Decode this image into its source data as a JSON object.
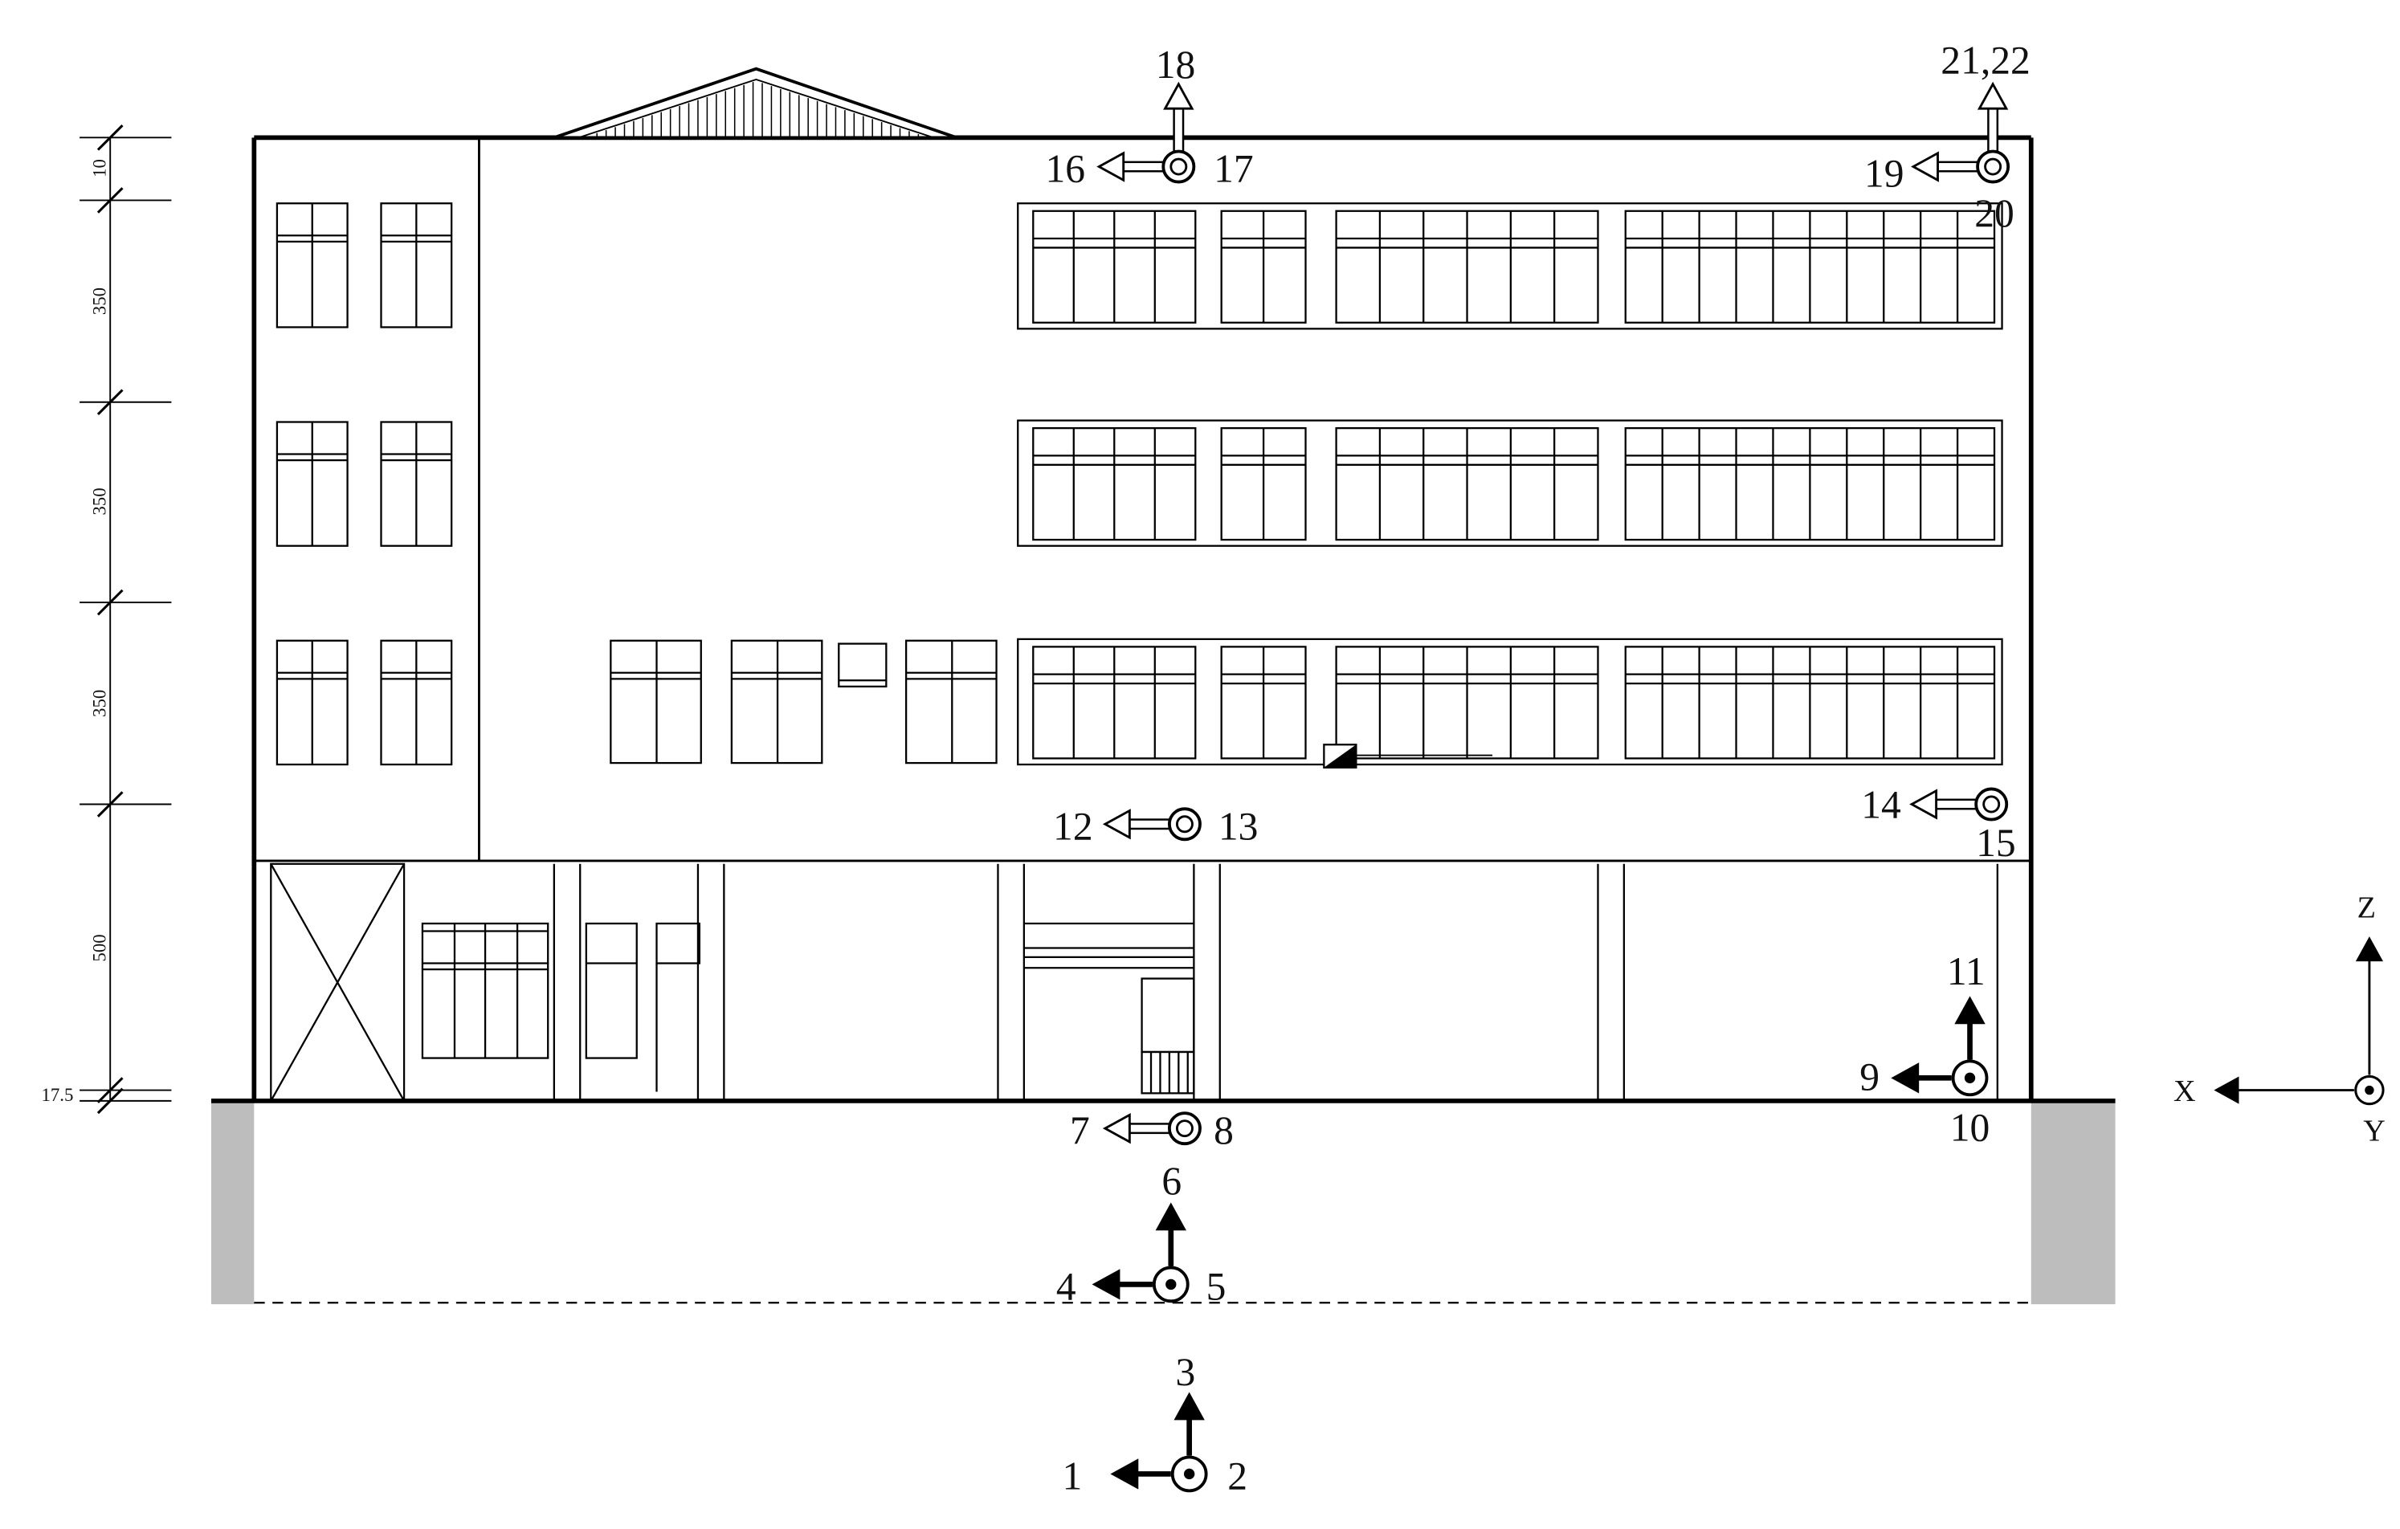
{
  "dimensions": {
    "d1": "10",
    "d2": "350",
    "d3": "350",
    "d4": "350",
    "d5": "500",
    "d6": "17.5"
  },
  "sensors": {
    "s1": "1",
    "s2": "2",
    "s3": "3",
    "s4": "4",
    "s5": "5",
    "s6": "6",
    "s7": "7",
    "s8": "8",
    "s9": "9",
    "s10": "10",
    "s11": "11",
    "s12": "12",
    "s13": "13",
    "s14": "14",
    "s15": "15",
    "s16": "16",
    "s17": "17",
    "s18": "18",
    "s19": "19",
    "s20": "20",
    "s2122": "21,22"
  },
  "axes": {
    "x": "X",
    "y": "Y",
    "z": "Z"
  }
}
